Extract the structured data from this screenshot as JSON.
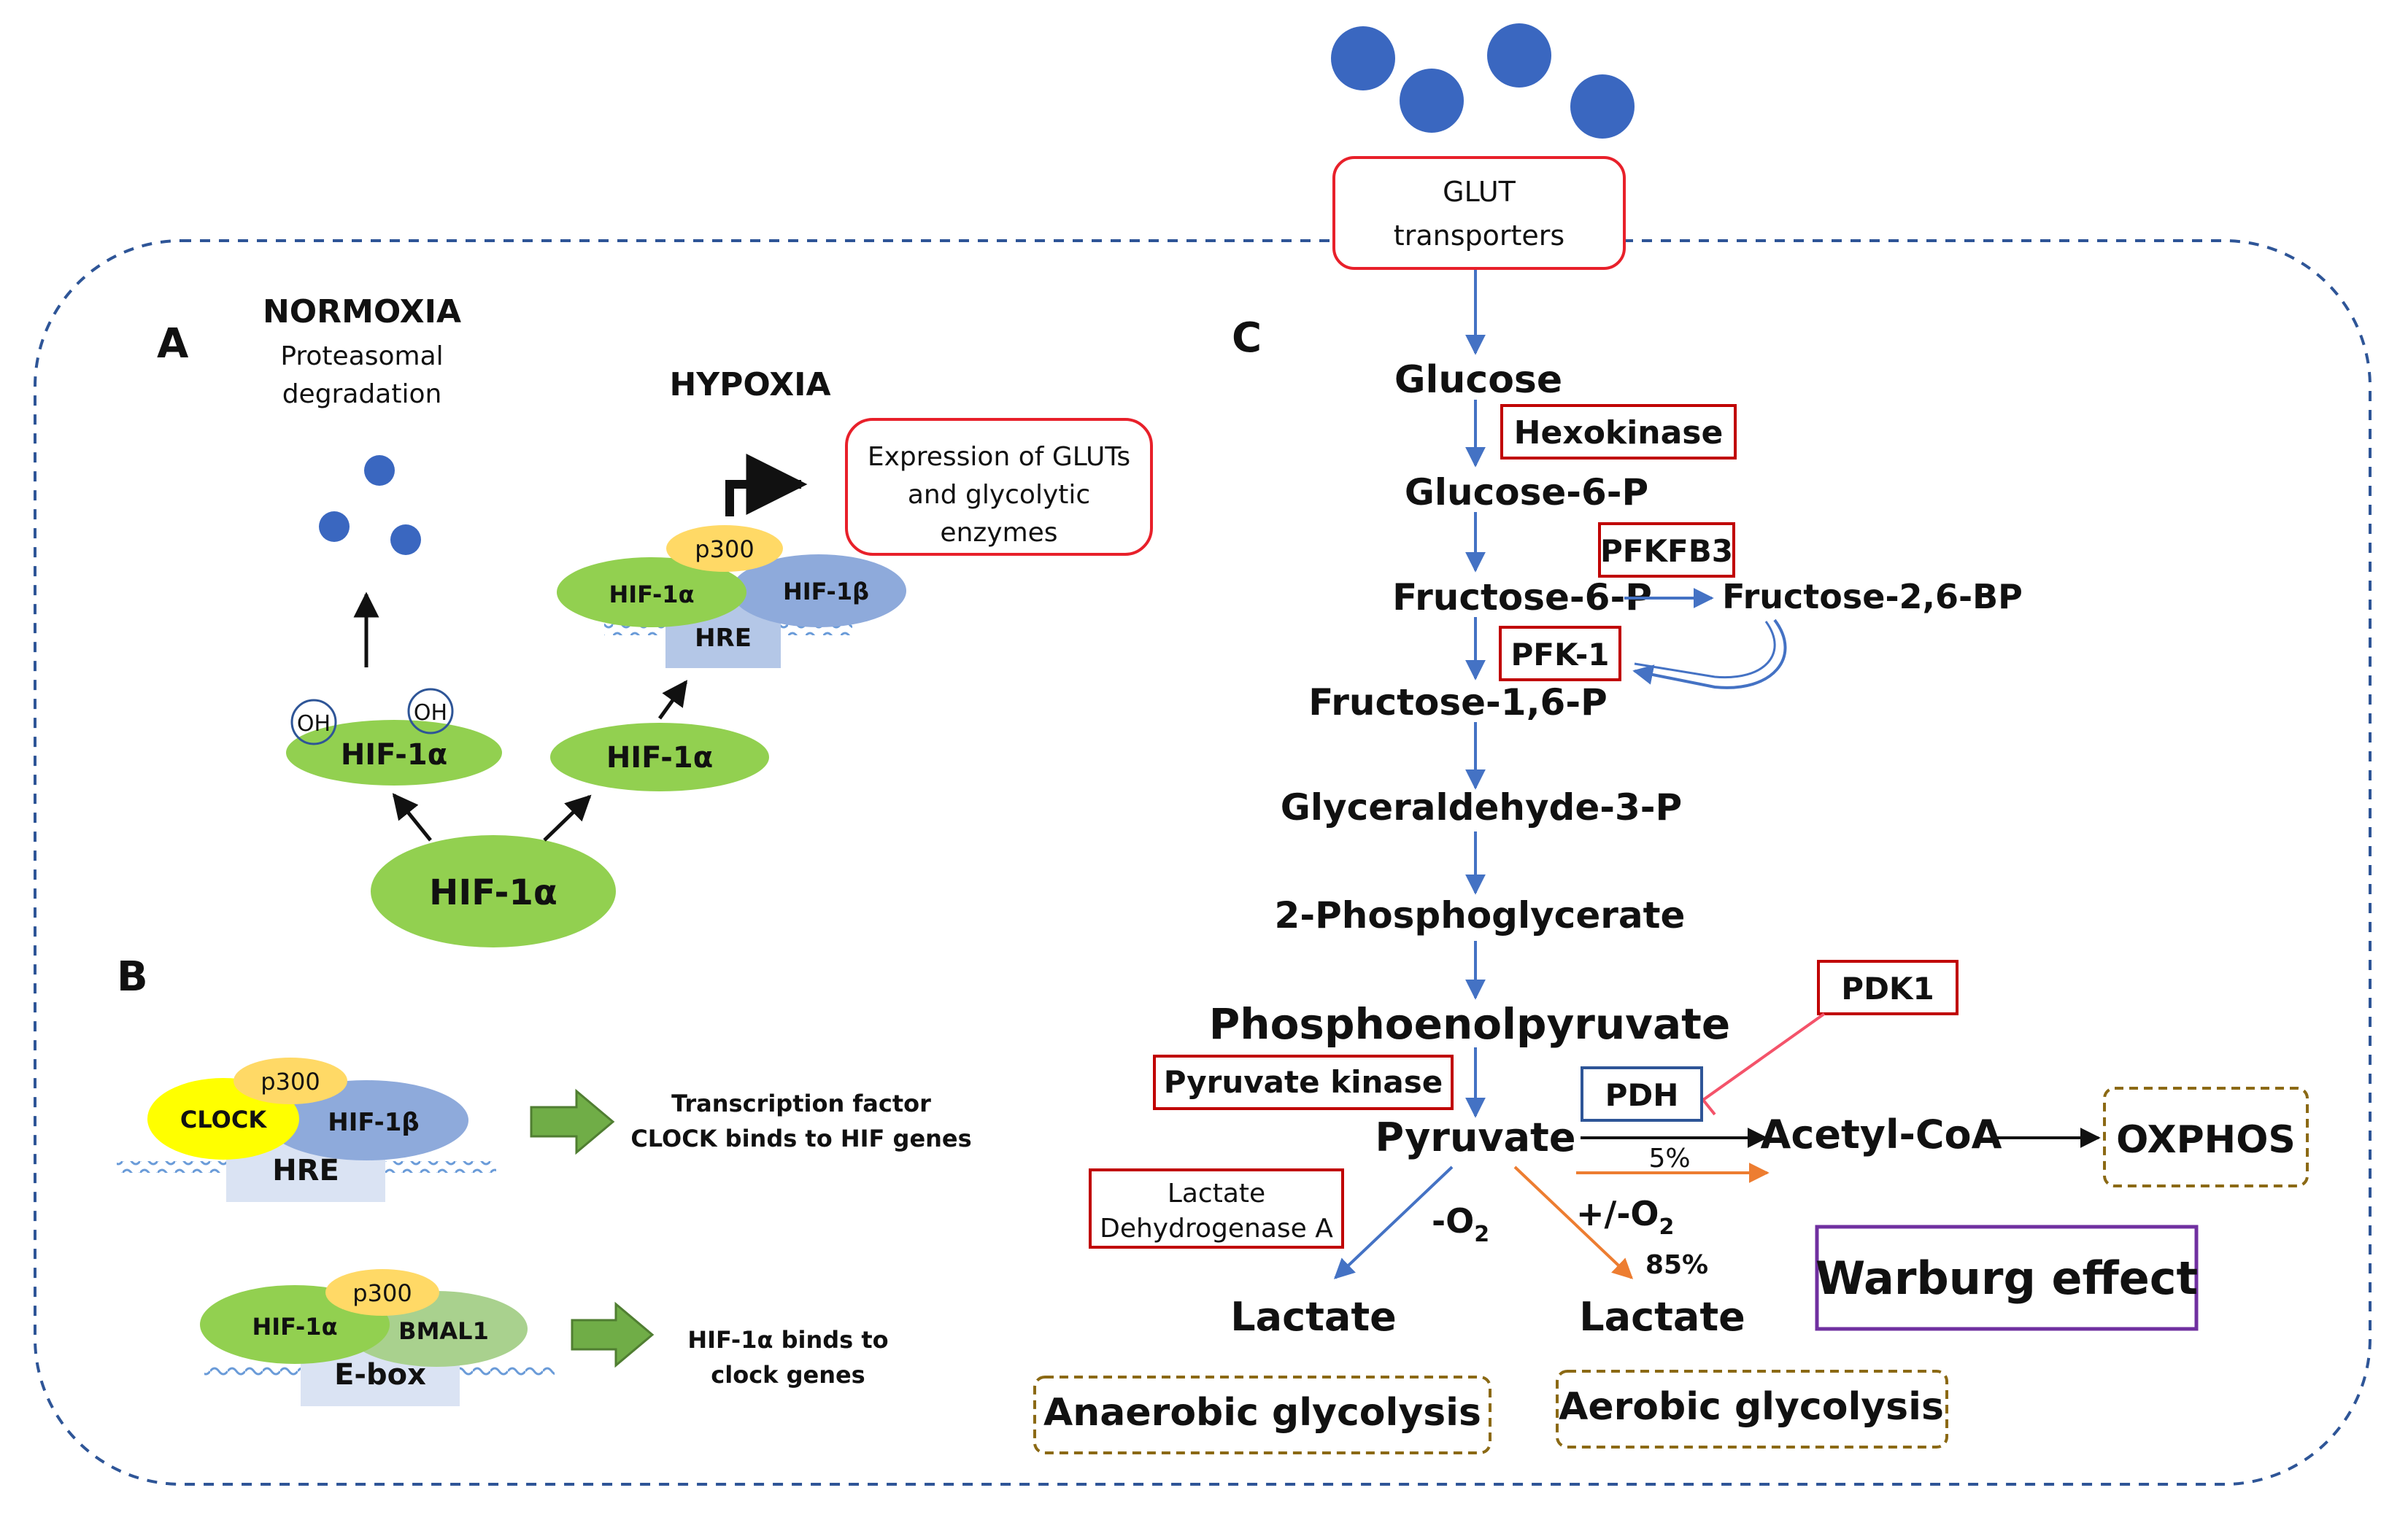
{
  "panels": {
    "a": "A",
    "b": "B",
    "c": "C"
  },
  "panel_a": {
    "normoxia": "NORMOXIA",
    "proteasomal_line1": "Proteasomal",
    "proteasomal_line2": "degradation",
    "hypoxia": "HYPOXIA",
    "expression_line1": "Expression of GLUTs",
    "expression_line2": "and glycolytic",
    "expression_line3": "enzymes",
    "p300": "p300",
    "hif1a": "HIF-1α",
    "hif1b": "HIF-1β",
    "hre": "HRE",
    "oh": "OH"
  },
  "panel_b": {
    "clock": "CLOCK",
    "p300": "p300",
    "hif1b": "HIF-1β",
    "hre": "HRE",
    "text1_line1": "Transcription factor",
    "text1_line2": "CLOCK binds to HIF genes",
    "hif1a": "HIF-1α",
    "bmal1": "BMAL1",
    "ebox": "E-box",
    "text2_line1": "HIF-1α binds to",
    "text2_line2": "clock genes"
  },
  "panel_c": {
    "glut_line1": "GLUT",
    "glut_line2": "transporters",
    "glucose": "Glucose",
    "hexokinase": "Hexokinase",
    "glucose6p": "Glucose-6-P",
    "pfkfb3": "PFKFB3",
    "fructose6p": "Fructose-6-P",
    "fructose26bp": "Fructose-2,6-BP",
    "pfk1": "PFK-1",
    "fructose16p": "Fructose-1,6-P",
    "glyceraldehyde": "Glyceraldehyde-3-P",
    "phosphoglycerate": "2-Phosphoglycerate",
    "pep": "Phosphoenolpyruvate",
    "pdk1": "PDK1",
    "pyruvate_kinase": "Pyruvate kinase",
    "pdh": "PDH",
    "pyruvate": "Pyruvate",
    "acetylcoa": "Acetyl-CoA",
    "oxphos": "OXPHOS",
    "pct5": "5%",
    "ldh_line1": "Lactate",
    "ldh_line2": "Dehydrogenase A",
    "minus_o2": "-O",
    "plusminus_o2": "+/-O",
    "o2_sub": "2",
    "pct85": "85%",
    "lactate_left": "Lactate",
    "lactate_right": "Lactate",
    "warburg": "Warburg effect",
    "anaerobic": "Anaerobic glycolysis",
    "aerobic": "Aerobic glycolysis"
  },
  "colors": {
    "blue_dot": "#3a67c0",
    "green": "#92d050",
    "red_box": "#e8202a",
    "purple_box": "#7030a0",
    "brown_dash": "#8b6914",
    "arrow_blue": "#4472c4",
    "arrow_orange": "#ed7d31",
    "dashed_border": "#2e5597"
  }
}
